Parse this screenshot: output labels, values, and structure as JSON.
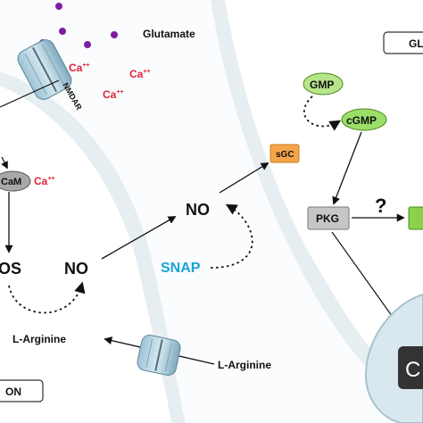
{
  "labels": {
    "glutamate": "Glutamate",
    "nmdar": "NMDAR",
    "ca1": "Ca",
    "ca2": "Ca",
    "ca3": "Ca",
    "ca4": "Ca",
    "ca_charge": "++",
    "cam": "CaM",
    "nos": "OS",
    "no_left": "NO",
    "no_mid": "NO",
    "snap": "SNAP",
    "l_arginine_left": "L-Arginine",
    "l_arginine_right": "L-Arginine",
    "neuron_tag": "ON",
    "glia_tag": "GL",
    "gmp": "GMP",
    "cgmp": "cGMP",
    "sgc": "sGC",
    "pkg": "PKG",
    "question": "?",
    "nucleus": "C"
  },
  "colors": {
    "calcium": "#e0223a",
    "snap": "#1aa3d6",
    "glutamate_dots": "#7b1fa2",
    "gmp_fill": "#b7e58a",
    "cgmp_fill": "#9bde6a",
    "sgc_fill": "#f5a64a",
    "pkg_fill": "#c6c6c6",
    "target_fill": "#8bd24a",
    "membrane": "#e7eef1",
    "cam_fill": "#a8a8a8",
    "nucleus_fill": "#333333"
  }
}
